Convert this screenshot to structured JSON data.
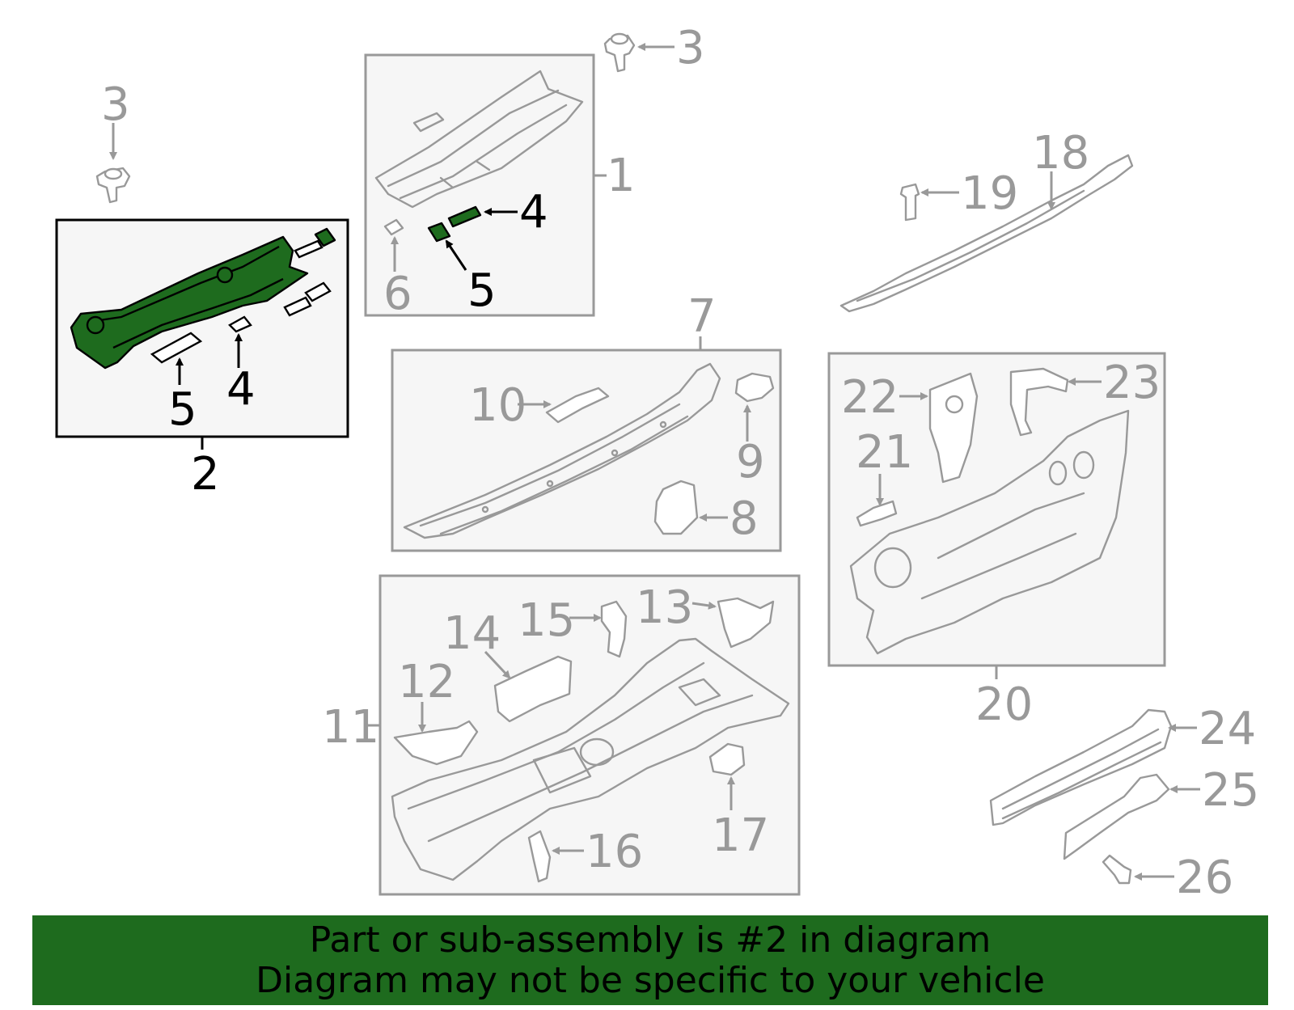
{
  "callouts": {
    "c1": "1",
    "c2": "2",
    "c3a": "3",
    "c3b": "3",
    "c4a": "4",
    "c4b": "4",
    "c5a": "5",
    "c5b": "5",
    "c6": "6",
    "c7": "7",
    "c8": "8",
    "c9": "9",
    "c10": "10",
    "c11": "11",
    "c12": "12",
    "c13": "13",
    "c14": "14",
    "c15": "15",
    "c16": "16",
    "c17": "17",
    "c18": "18",
    "c19": "19",
    "c20": "20",
    "c21": "21",
    "c22": "22",
    "c23": "23",
    "c24": "24",
    "c25": "25",
    "c26": "26"
  },
  "banner": {
    "line1": "Part or sub-assembly is #2 in diagram",
    "line2": "Diagram may not be specific to your vehicle"
  },
  "colors": {
    "highlight": "#1e6b1e",
    "part_outline": "#999999",
    "selected_outline": "#000000"
  },
  "selected_part": "2"
}
